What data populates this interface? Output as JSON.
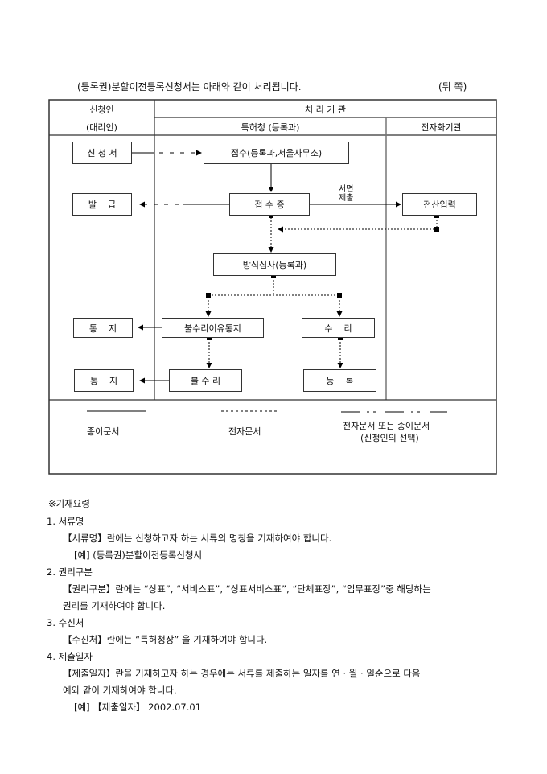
{
  "title": "(등록권)분할이전등록신청서는 아래와 같이 처리됩니다.",
  "side_label": "(뒤 쪽)",
  "table": {
    "col_applicant": [
      "신청인",
      "(대리인)"
    ],
    "col_processing": "처 리 기 관",
    "col_kipo": "특허청 (등록과)",
    "col_electronic": "전자화기관"
  },
  "flow": {
    "application": "신 청 서",
    "reception": "접수(등록과,서울사무소)",
    "issue": "발    급",
    "receipt": "접 수 증",
    "data_entry": "전산입력",
    "written_submission": [
      "서면",
      "제출"
    ],
    "formality_exam": "방식심사(등록과)",
    "notice1": "통    지",
    "rejection_reason_notice": "불수리이유통지",
    "acceptance": "수    리",
    "notice2": "통    지",
    "rejection": "불 수 리",
    "registration": "등    록"
  },
  "legend": {
    "paper": "종이문서",
    "electronic": "전자문서",
    "either": "전자문서 또는 종이문서",
    "either_note": "(신청인의 선택)"
  },
  "instructions": {
    "heading": "※기재요령",
    "lines": [
      "1. 서류명",
      "【서류명】란에는 신청하고자 하는 서류의 명칭을 기재하여야 합니다.",
      "[예] (등록권)분할이전등록신청서",
      "2. 권리구분",
      "【권리구분】란에는 “상표”, “서비스표”, “상표서비스표”, “단체표장”, “업무표장”중 해당하는",
      "권리를 기재하여야 합니다.",
      "3. 수신처",
      "【수신처】란에는  “특허청장” 을 기재하여야 합니다.",
      "4. 제출일자",
      "【제출일자】란을 기재하고자 하는 경우에는 서류를 제출하는 일자를 연 · 월 · 일순으로 다음",
      "예와 같이 기재하여야 합니다.",
      "[예] 【제출일자】 2002.07.01"
    ]
  }
}
